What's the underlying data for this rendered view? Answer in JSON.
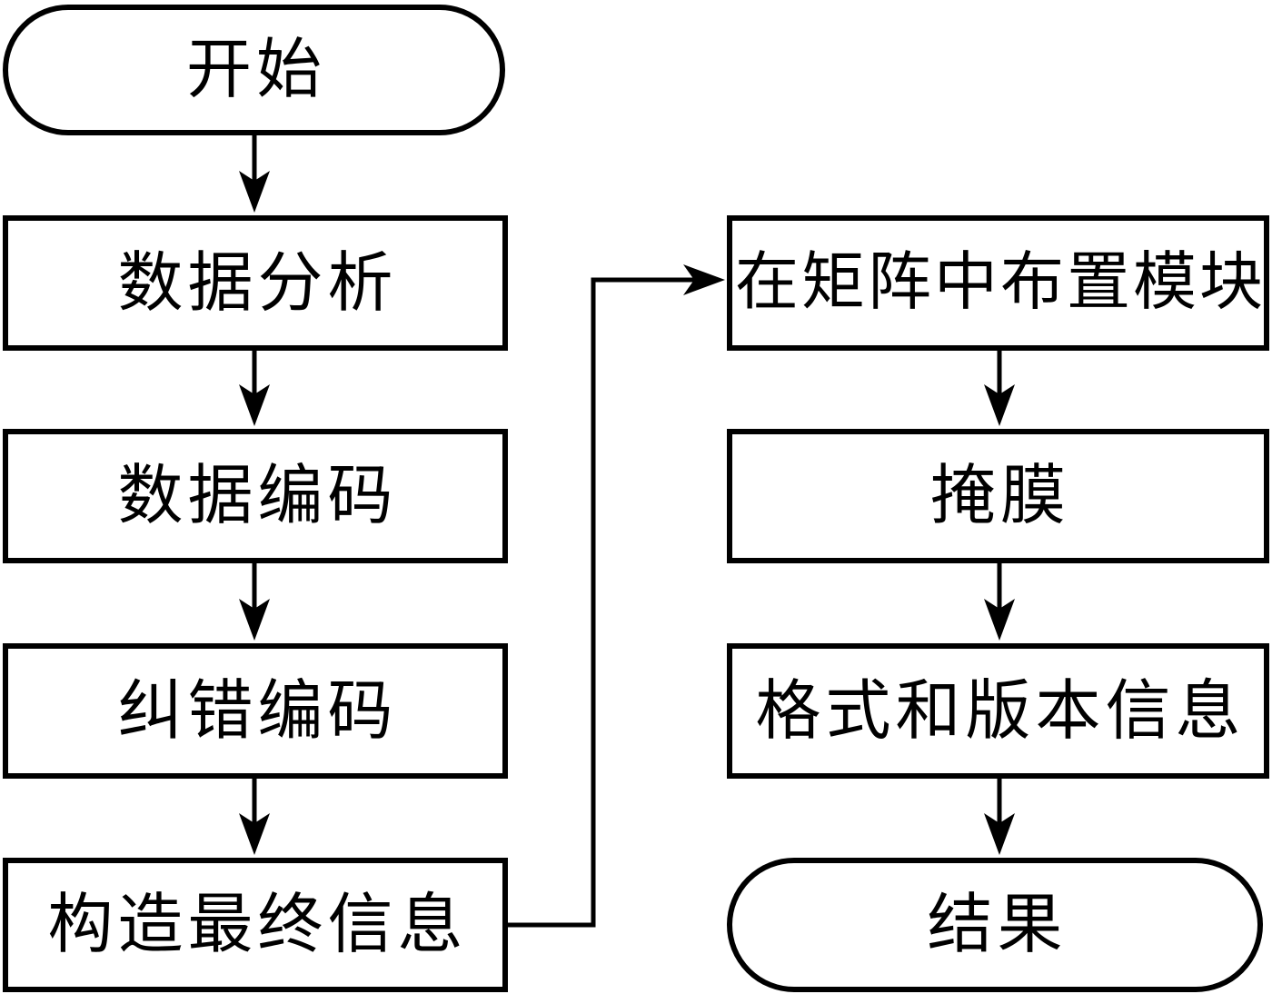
{
  "diagram": {
    "type": "flowchart",
    "background_color": "#ffffff",
    "line_color": "#000000",
    "text_color": "#000000"
  },
  "nodes": {
    "start": {
      "label": "开始",
      "shape": "terminator"
    },
    "data_analysis": {
      "label": "数据分析",
      "shape": "process"
    },
    "data_encoding": {
      "label": "数据编码",
      "shape": "process"
    },
    "error_correction": {
      "label": "纠错编码",
      "shape": "process"
    },
    "final_message": {
      "label": "构造最终信息",
      "shape": "process"
    },
    "place_modules": {
      "label": "在矩阵中布置模块",
      "shape": "process"
    },
    "masking": {
      "label": "掩膜",
      "shape": "process"
    },
    "format_version": {
      "label": "格式和版本信息",
      "shape": "process"
    },
    "result": {
      "label": "结果",
      "shape": "terminator"
    }
  },
  "edges": [
    {
      "from": "start",
      "to": "data_analysis"
    },
    {
      "from": "data_analysis",
      "to": "data_encoding"
    },
    {
      "from": "data_encoding",
      "to": "error_correction"
    },
    {
      "from": "error_correction",
      "to": "final_message"
    },
    {
      "from": "final_message",
      "to": "place_modules"
    },
    {
      "from": "place_modules",
      "to": "masking"
    },
    {
      "from": "masking",
      "to": "format_version"
    },
    {
      "from": "format_version",
      "to": "result"
    }
  ]
}
